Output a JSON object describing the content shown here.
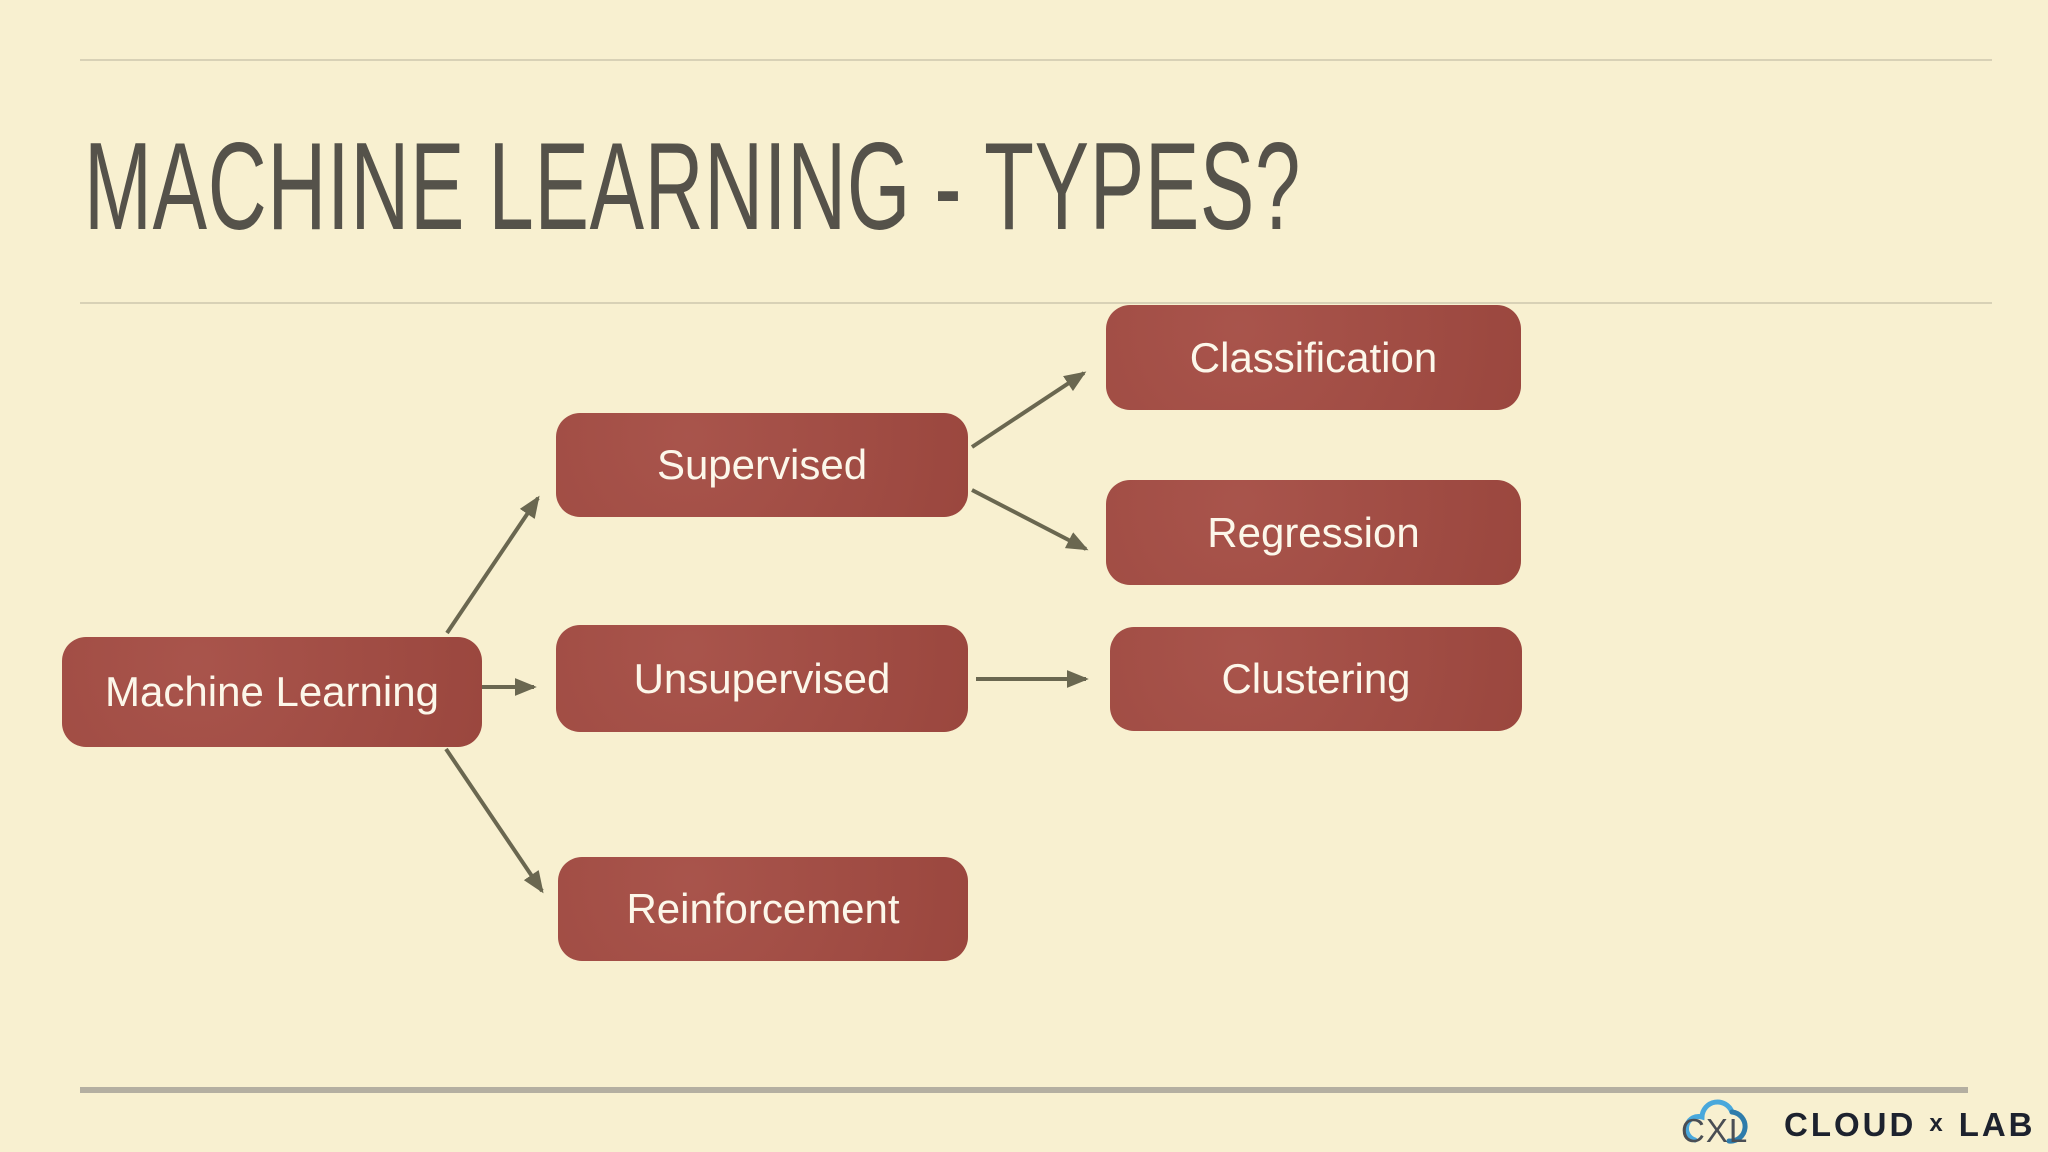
{
  "slide": {
    "title": "MACHINE LEARNING - TYPES?",
    "colors": {
      "background": "#f8f0d0",
      "node_fill": "#a44b42",
      "node_text": "#fcf7ea",
      "title_text": "#55524a",
      "arrow": "#6a6750",
      "separator_thin": "#d8d1b6",
      "separator_thick": "#b4afa1",
      "logo_cloud_light_blue": "#49a8dc",
      "logo_cloud_dark_blue": "#2e7cab",
      "logo_text": "#1d222e"
    }
  },
  "diagram": {
    "nodes": [
      {
        "id": "machine-learning",
        "label": "Machine Learning"
      },
      {
        "id": "supervised",
        "label": "Supervised"
      },
      {
        "id": "unsupervised",
        "label": "Unsupervised"
      },
      {
        "id": "reinforcement",
        "label": "Reinforcement"
      },
      {
        "id": "classification",
        "label": "Classification"
      },
      {
        "id": "regression",
        "label": "Regression"
      },
      {
        "id": "clustering",
        "label": "Clustering"
      }
    ],
    "edges": [
      {
        "from": "machine-learning",
        "to": "supervised"
      },
      {
        "from": "machine-learning",
        "to": "unsupervised"
      },
      {
        "from": "machine-learning",
        "to": "reinforcement"
      },
      {
        "from": "supervised",
        "to": "classification"
      },
      {
        "from": "supervised",
        "to": "regression"
      },
      {
        "from": "unsupervised",
        "to": "clustering"
      }
    ]
  },
  "footer": {
    "monogram": "CXL",
    "brand_cloud": "CLOUD",
    "brand_x": "x",
    "brand_lab": "LAB"
  }
}
